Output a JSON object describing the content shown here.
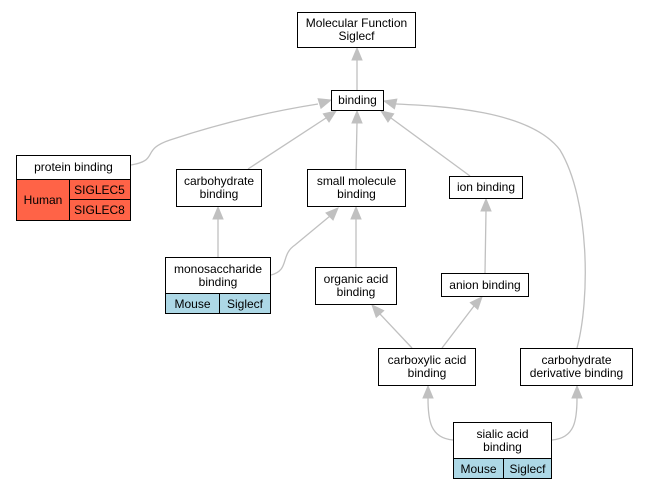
{
  "nodes": {
    "molecular_function": {
      "lines": [
        "Molecular Function",
        "Siglecf"
      ]
    },
    "binding": {
      "lines": [
        "binding"
      ]
    },
    "protein_binding": {
      "lines": [
        "protein binding"
      ]
    },
    "carbohydrate_binding": {
      "lines": [
        "carbohydrate",
        "binding"
      ]
    },
    "small_molecule_binding": {
      "lines": [
        "small molecule",
        "binding"
      ]
    },
    "ion_binding": {
      "lines": [
        "ion binding"
      ]
    },
    "monosaccharide_binding": {
      "lines": [
        "monosaccharide",
        "binding"
      ]
    },
    "organic_acid_binding": {
      "lines": [
        "organic acid",
        "binding"
      ]
    },
    "anion_binding": {
      "lines": [
        "anion binding"
      ]
    },
    "carboxylic_acid_binding": {
      "lines": [
        "carboxylic acid",
        "binding"
      ]
    },
    "carbohydrate_derivative_binding": {
      "lines": [
        "carbohydrate",
        "derivative binding"
      ]
    },
    "sialic_acid_binding": {
      "lines": [
        "sialic acid",
        "binding"
      ]
    }
  },
  "annotations": {
    "protein_binding": {
      "species": "Human",
      "genes": [
        "SIGLEC5",
        "SIGLEC8"
      ],
      "color": "#ff6347"
    },
    "monosaccharide_binding": {
      "species": "Mouse",
      "genes": [
        "Siglecf"
      ],
      "color": "#add8e6"
    },
    "sialic_acid_binding": {
      "species": "Mouse",
      "genes": [
        "Siglecf"
      ],
      "color": "#add8e6"
    }
  },
  "edges": [
    {
      "from": "binding",
      "to": "molecular_function"
    },
    {
      "from": "protein_binding",
      "to": "binding"
    },
    {
      "from": "carbohydrate_binding",
      "to": "binding"
    },
    {
      "from": "small_molecule_binding",
      "to": "binding"
    },
    {
      "from": "ion_binding",
      "to": "binding"
    },
    {
      "from": "carbohydrate_derivative_binding",
      "to": "binding"
    },
    {
      "from": "monosaccharide_binding",
      "to": "carbohydrate_binding"
    },
    {
      "from": "monosaccharide_binding",
      "to": "small_molecule_binding"
    },
    {
      "from": "organic_acid_binding",
      "to": "small_molecule_binding"
    },
    {
      "from": "anion_binding",
      "to": "ion_binding"
    },
    {
      "from": "carboxylic_acid_binding",
      "to": "organic_acid_binding"
    },
    {
      "from": "carboxylic_acid_binding",
      "to": "anion_binding"
    },
    {
      "from": "sialic_acid_binding",
      "to": "carboxylic_acid_binding"
    },
    {
      "from": "sialic_acid_binding",
      "to": "carbohydrate_derivative_binding"
    }
  ],
  "colors": {
    "edge": "#c0c0c0",
    "human": "#ff6347",
    "mouse": "#add8e6"
  }
}
